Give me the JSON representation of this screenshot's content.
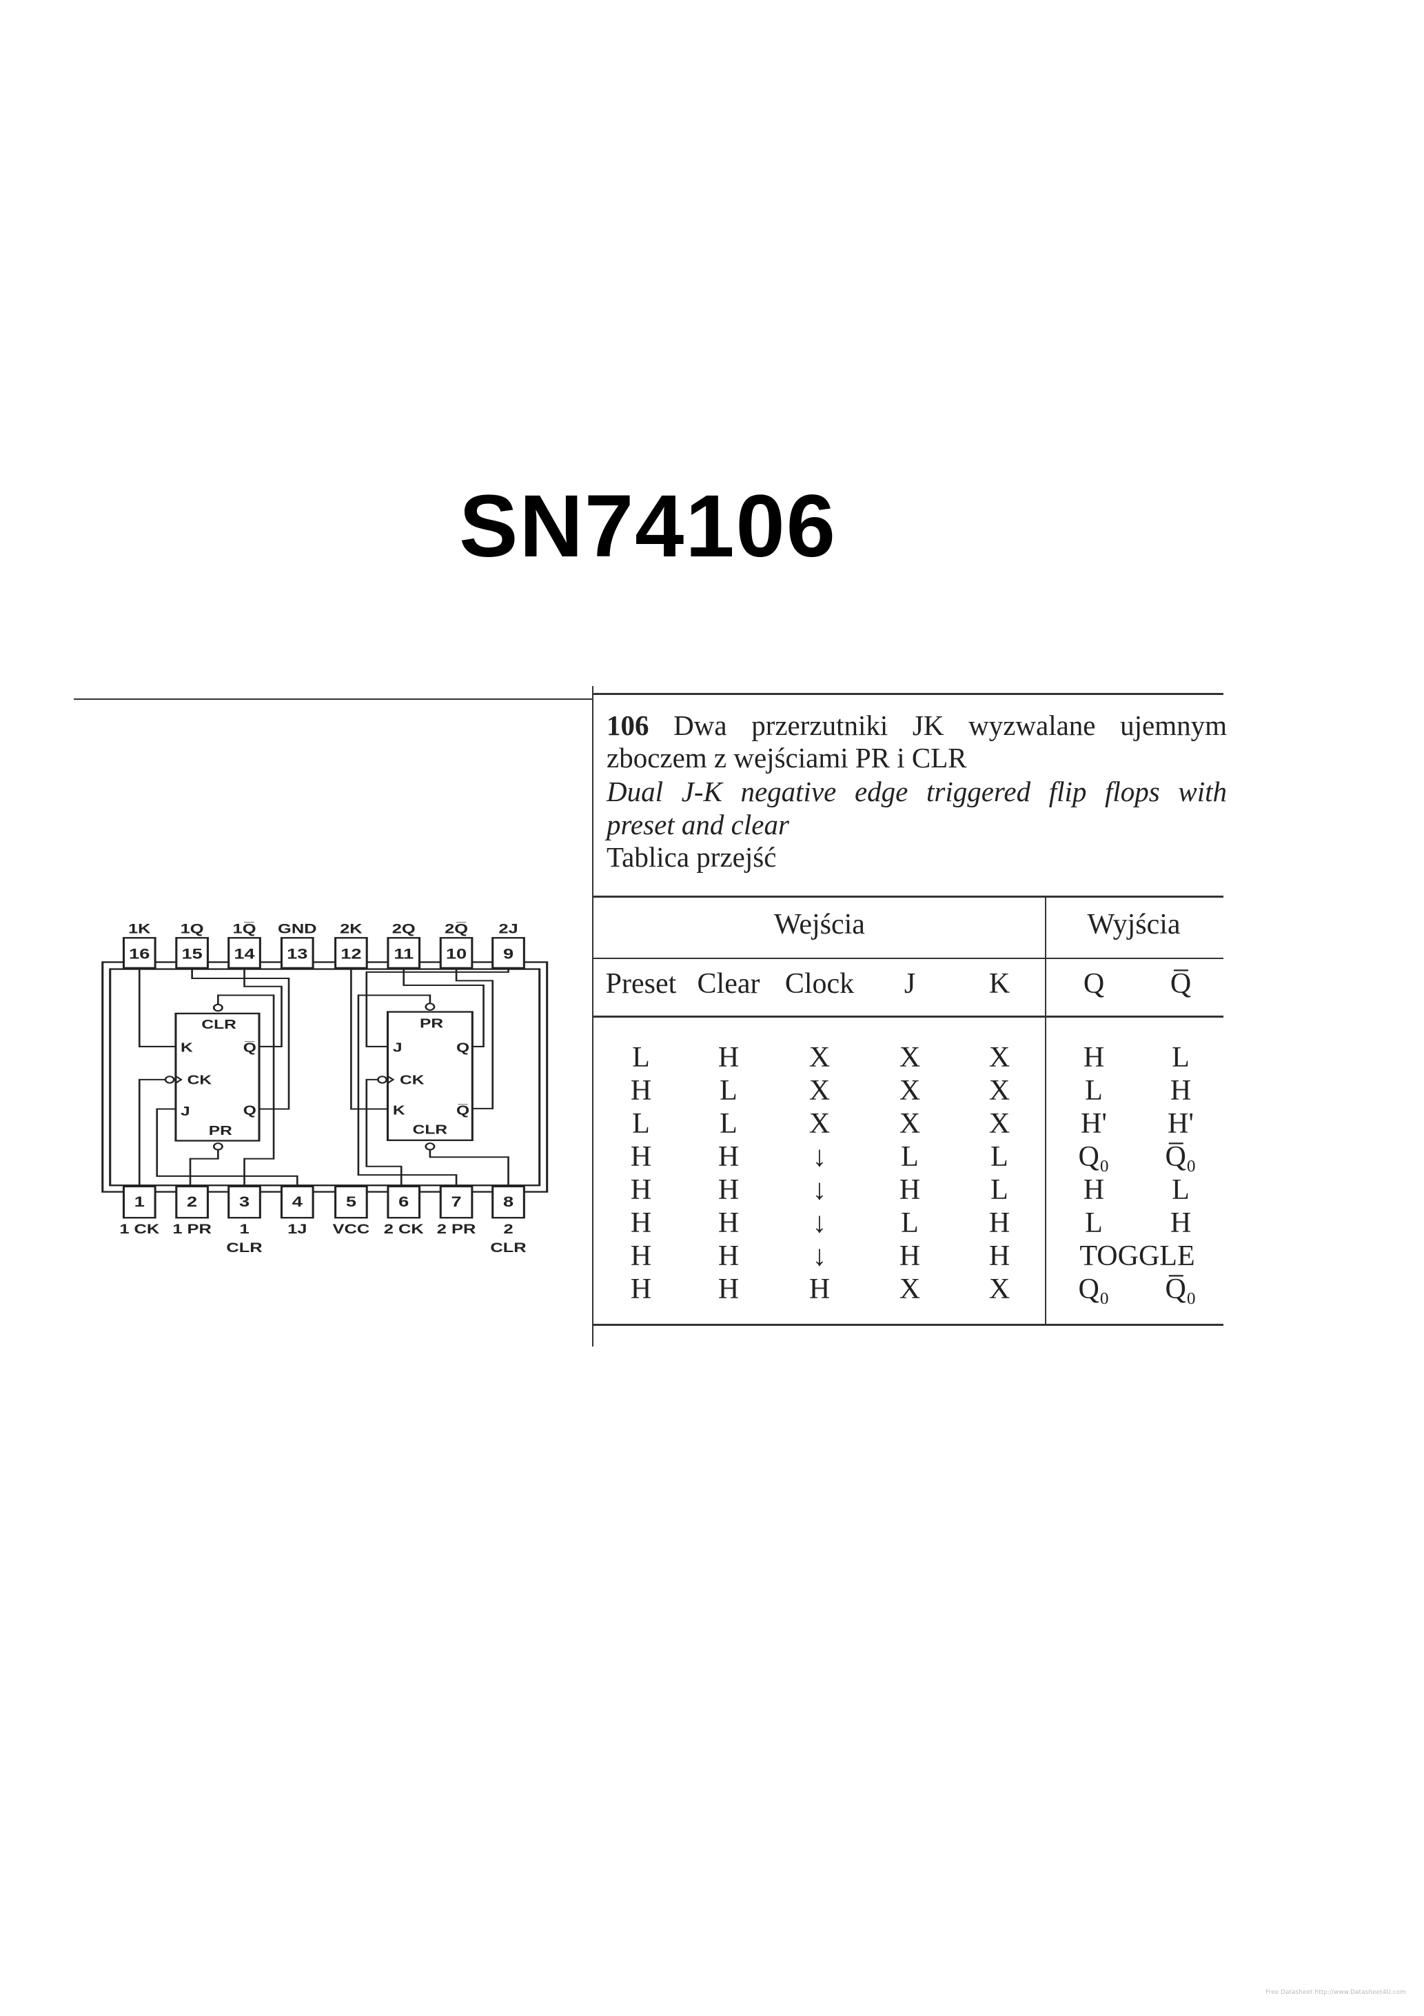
{
  "title": "SN74106",
  "description": {
    "number": "106",
    "line1_rest": "Dwa przerzutniki JK wyzwalane ujemnym",
    "line2": "zboczem z wejściami PR i CLR",
    "line3": "Dual J-K negative edge triggered flip flops with",
    "line4": "preset and clear",
    "line5": "Tablica przejść"
  },
  "table": {
    "group_inputs": "Wejścia",
    "group_outputs": "Wyjścia",
    "columns": [
      "Preset",
      "Clear",
      "Clock",
      "J",
      "K",
      "Q",
      "Q̅"
    ],
    "rows": [
      [
        "L",
        "H",
        "X",
        "X",
        "X",
        "H",
        "L"
      ],
      [
        "H",
        "L",
        "X",
        "X",
        "X",
        "L",
        "H"
      ],
      [
        "L",
        "L",
        "X",
        "X",
        "X",
        "H'",
        "H'"
      ],
      [
        "H",
        "H",
        "↓",
        "L",
        "L",
        "Q₀",
        "Q̅₀"
      ],
      [
        "H",
        "H",
        "↓",
        "H",
        "L",
        "H",
        "L"
      ],
      [
        "H",
        "H",
        "↓",
        "L",
        "H",
        "L",
        "H"
      ],
      [
        "H",
        "H",
        "↓",
        "H",
        "H",
        "TOGGLE",
        ""
      ],
      [
        "H",
        "H",
        "H",
        "X",
        "X",
        "Q₀",
        "Q̅₀"
      ]
    ]
  },
  "diagram": {
    "top_pins": [
      {
        "num": "16",
        "label": "1K"
      },
      {
        "num": "15",
        "label": "1Q"
      },
      {
        "num": "14",
        "label": "1Q̅"
      },
      {
        "num": "13",
        "label": "GND"
      },
      {
        "num": "12",
        "label": "2K"
      },
      {
        "num": "11",
        "label": "2Q"
      },
      {
        "num": "10",
        "label": "2Q̅"
      },
      {
        "num": "9",
        "label": "2J"
      }
    ],
    "bottom_pins": [
      {
        "num": "1",
        "label": "1 CK",
        "label2": ""
      },
      {
        "num": "2",
        "label": "1 PR",
        "label2": ""
      },
      {
        "num": "3",
        "label": "1",
        "label2": "CLR"
      },
      {
        "num": "4",
        "label": "1J",
        "label2": ""
      },
      {
        "num": "5",
        "label": "VCC",
        "label2": ""
      },
      {
        "num": "6",
        "label": "2 CK",
        "label2": ""
      },
      {
        "num": "7",
        "label": "2 PR",
        "label2": ""
      },
      {
        "num": "8",
        "label": "2",
        "label2": "CLR"
      }
    ],
    "ff1": {
      "top": "CLR",
      "k": "K",
      "qbar": "Q̅",
      "ck": "CK",
      "j": "J",
      "q": "Q",
      "bottom": "PR"
    },
    "ff2": {
      "top": "PR",
      "j": "J",
      "q": "Q",
      "ck": "CK",
      "k": "K",
      "qbar": "Q̅",
      "bottom": "CLR"
    }
  },
  "footer": "Free Datasheet http://www.Datasheet4U.com"
}
